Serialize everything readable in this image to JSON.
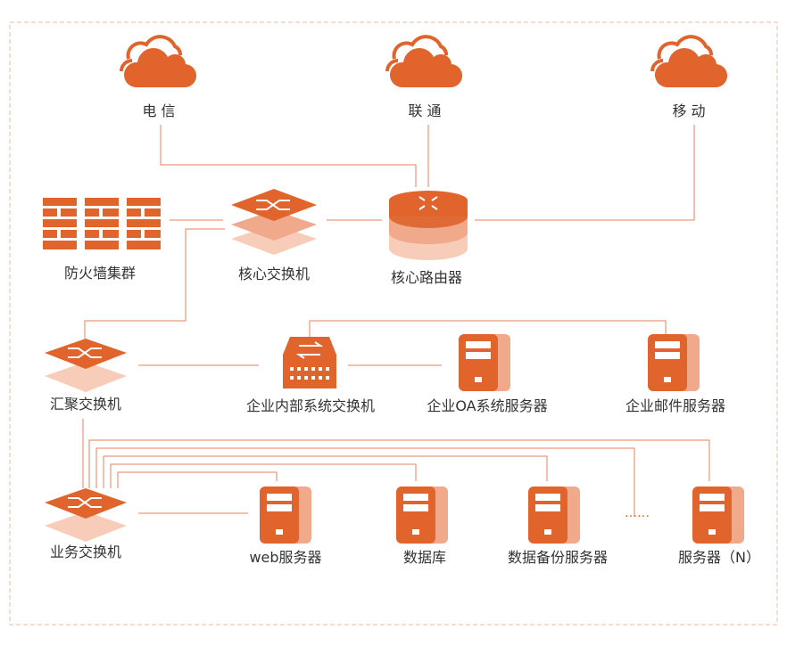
{
  "colors": {
    "accent": "#e0642c",
    "accent_light": "#f0a98a",
    "accent_pale": "#f7cdb9",
    "line": "#e6825a",
    "border": "#f0b9a0",
    "text": "#333333"
  },
  "clouds": [
    {
      "label": "电 信",
      "icon": "cloud-icon"
    },
    {
      "label": "联 通",
      "icon": "cloud-icon"
    },
    {
      "label": "移 动",
      "icon": "cloud-icon"
    }
  ],
  "core": {
    "firewall_label": "防火墙集群",
    "core_switch_label": "核心交换机",
    "core_router_label": "核心路由器"
  },
  "aggregation": {
    "switch_label": "汇聚交换机",
    "internal_switch_label": "企业内部系统交换机",
    "oa_server_label": "企业OA系统服务器",
    "mail_server_label": "企业邮件服务器"
  },
  "business": {
    "switch_label": "业务交换机",
    "servers": [
      {
        "label": "web服务器"
      },
      {
        "label": "数据库"
      },
      {
        "label": "数据备份服务器"
      },
      {
        "label": "服务器（N）"
      }
    ],
    "ellipsis": "……"
  }
}
